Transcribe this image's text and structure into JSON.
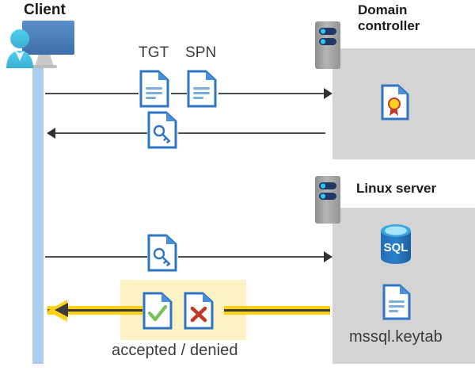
{
  "diagram": {
    "title": "Kerberos authentication flow between Client, Domain controller and Linux server",
    "type": "sequence-diagram"
  },
  "actors": {
    "client": {
      "label": "Client",
      "icon": "client-user-monitor-icon"
    },
    "domain_controller": {
      "label": "Domain\ncontroller",
      "label_line1": "Domain",
      "label_line2": "controller",
      "icon": "server-rack-icon"
    },
    "linux_server": {
      "label": "Linux server",
      "icon": "server-rack-icon"
    }
  },
  "messages": [
    {
      "id": "row-1",
      "direction": "client-to-domain-controller",
      "labels": [
        "TGT",
        "SPN"
      ],
      "icons": [
        "document-icon",
        "document-icon"
      ],
      "arrow_color": "#4d4d4d"
    },
    {
      "id": "row-2",
      "direction": "domain-controller-to-client",
      "labels": [],
      "icons": [
        "document-key-icon"
      ],
      "arrow_color": "#4d4d4d"
    },
    {
      "id": "row-3",
      "direction": "client-to-linux-server",
      "labels": [],
      "icons": [
        "document-key-icon"
      ],
      "arrow_color": "#4d4d4d"
    },
    {
      "id": "row-4",
      "direction": "linux-server-to-client",
      "labels": [
        "accepted / denied"
      ],
      "icons": [
        "document-check-icon",
        "document-cross-icon"
      ],
      "arrow_color": "#ffd014",
      "highlighted": true
    }
  ],
  "labels": {
    "tgt": "TGT",
    "spn": "SPN",
    "accepted_denied": "accepted / denied",
    "mssql_keytab": "mssql.keytab",
    "sql": "SQL"
  },
  "panels": {
    "domain_controller": {
      "title_line1": "Domain",
      "title_line2": "controller",
      "contents": [
        "certificate-document-icon"
      ],
      "background": "#d4d4d4"
    },
    "linux_server": {
      "title": "Linux server",
      "contents": [
        "sql-database-icon",
        "document-icon"
      ],
      "caption": "mssql.keytab",
      "background": "#d4d4d4"
    }
  },
  "colors": {
    "panel_gray": "#d4d4d4",
    "lifeline_blue": "#aacdf0",
    "highlight_yellow": "#fdf2c4",
    "arrow_yellow": "#ffd014",
    "arrow_gray": "#4d4d4d",
    "doc_border_blue": "#2e75c4",
    "doc_fold_blue": "#4a90d9",
    "doc_line_blue": "#7aaee0",
    "accept_green": "#77c159",
    "deny_red": "#c0392b",
    "seal_gold": "#ffd21e",
    "seal_red": "#c0392b",
    "sql_blue": "#1c6cb5",
    "sql_top_cyan": "#56c2ef",
    "rack_gray": "#a3a3a3",
    "rack_pill_navy": "#1f3864",
    "rack_dot_cyan": "#2fc6f3",
    "client_monitor_blue": "#4a7ebb",
    "client_person_cyan": "#3fc0e8",
    "text_dark": "#1a1a1a",
    "text_gray": "#3b3b3b"
  }
}
